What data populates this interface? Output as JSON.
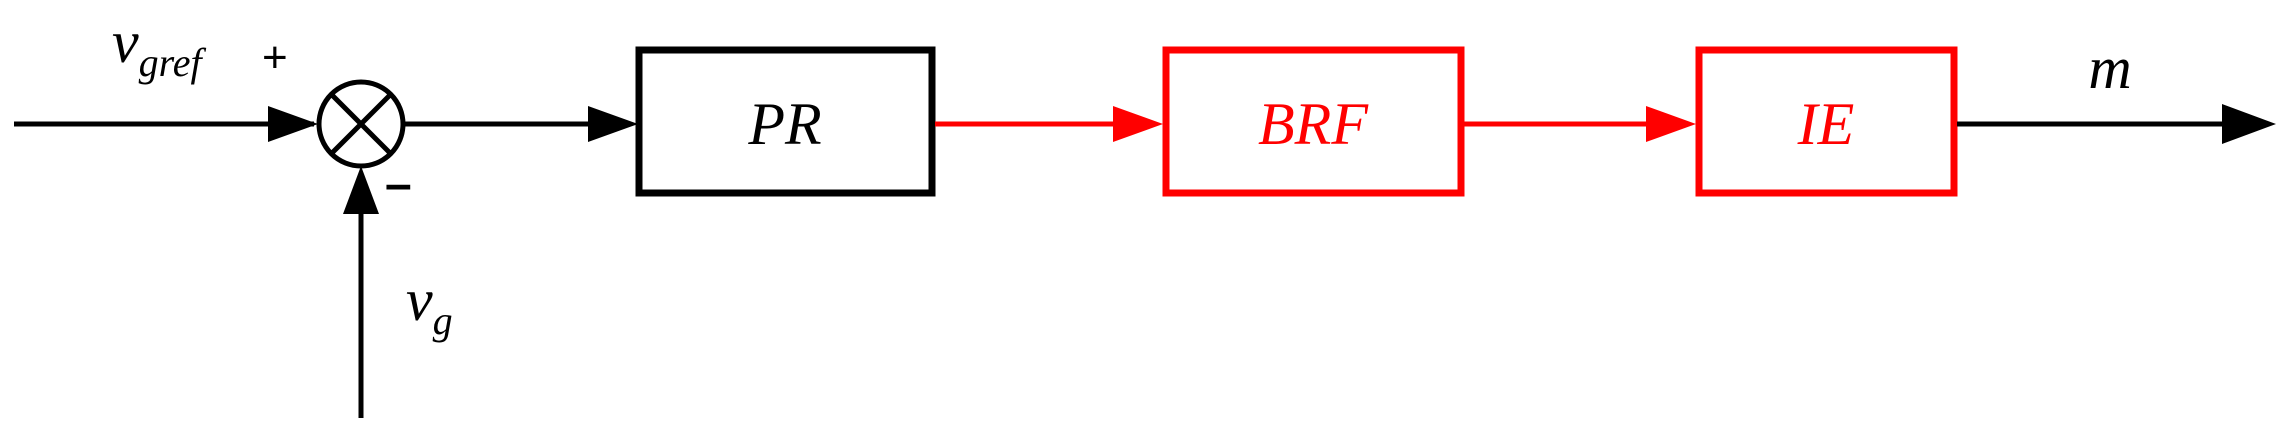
{
  "colors": {
    "black": "#000000",
    "red": "#ff0000",
    "background": "#ffffff"
  },
  "signals": {
    "reference": {
      "main": "v",
      "sub": "gref"
    },
    "feedback": {
      "main": "v",
      "sub": "g"
    },
    "output": "m"
  },
  "summing_junction": {
    "plus_sign": "+",
    "minus_sign": "–"
  },
  "blocks": {
    "pr": "PR",
    "brf": "BRF",
    "ie": "IE"
  }
}
